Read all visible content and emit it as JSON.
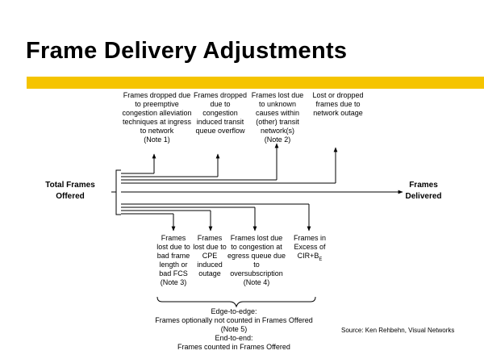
{
  "title": "Frame Delivery Adjustments",
  "accent_color": "#f5c400",
  "left_label": "Total Frames\nOffered",
  "right_label": "Frames\nDelivered",
  "top_labels": [
    "Frames dropped due\nto preemptive\ncongestion alleviation\ntechniques at ingress\nto network\n(Note 1)",
    "Frames dropped\ndue to\ncongestion\ninduced transit\nqueue overflow",
    "Frames lost due\nto unknown\ncauses within\n(other) transit\nnetwork(s)\n(Note 2)",
    "Lost or dropped\nframes due to\nnetwork outage"
  ],
  "bottom_labels": [
    "Frames\nlost due to\nbad frame\nlength or\nbad FCS\n(Note 3)",
    "Frames\nlost due to\nCPE\ninduced\noutage",
    "Frames lost due\nto congestion at\negress queue due\nto\noversubscription\n(Note 4)"
  ],
  "excess_label": {
    "text": "Frames in\nExcess of\nCIR+B",
    "subscript": "E"
  },
  "footnote": "Edge-to-edge:\nFrames optionally not counted in Frames Offered\n(Note 5)\nEnd-to-end:\nFrames counted in Frames Offered",
  "source": "Source: Ken Rehbehn, Visual Networks"
}
